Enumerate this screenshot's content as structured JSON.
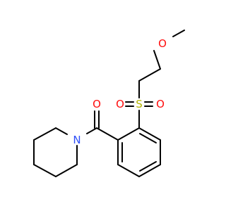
{
  "molecule": {
    "atoms": {
      "methoxy_o": {
        "symbol": "O",
        "color": "#ff0d0d"
      },
      "carbonyl_o": {
        "symbol": "O",
        "color": "#ff0d0d"
      },
      "sulfonyl_s": {
        "symbol": "S",
        "color": "#b5b500"
      },
      "sulfonyl_o_left": {
        "symbol": "O",
        "color": "#ff0d0d"
      },
      "sulfonyl_o_right": {
        "symbol": "O",
        "color": "#ff0d0d"
      },
      "piperidine_n": {
        "symbol": "N",
        "color": "#3050f8"
      }
    },
    "bond_color": "#000000"
  }
}
